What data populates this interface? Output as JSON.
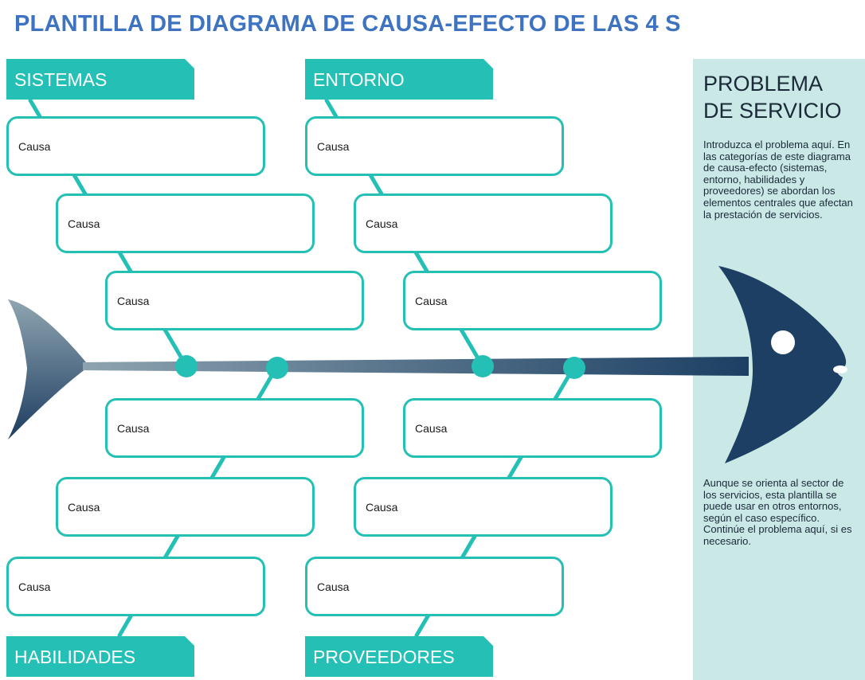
{
  "title": "PLANTILLA DE DIAGRAMA DE CAUSA-EFECTO DE LAS 4 S",
  "categories": {
    "sistemas": "SISTEMAS",
    "entorno": "ENTORNO",
    "habilidades": "HABILIDADES",
    "proveedores": "PROVEEDORES"
  },
  "causes": {
    "sistemas": [
      "Causa",
      "Causa",
      "Causa"
    ],
    "entorno": [
      "Causa",
      "Causa",
      "Causa"
    ],
    "habilidades": [
      "Causa",
      "Causa",
      "Causa"
    ],
    "proveedores": [
      "Causa",
      "Causa",
      "Causa"
    ]
  },
  "problem": {
    "title": "PROBLEMA DE SERVICIO",
    "intro": "Introduzca el problema aquí. En las categorías de este diagrama de causa-efecto (sistemas, entorno, habilidades y proveedores) se abordan los elementos centrales que afectan la prestación de servicios.",
    "continuation": "Aunque se orienta al sector de los servicios, esta plantilla se puede usar en otros entornos, según el caso específico. Continúe el problema aquí, si es necesario."
  },
  "colors": {
    "teal": "#24c0b5",
    "fish_navy": "#1c3f63",
    "panel": "#c9e8e6",
    "title_blue": "#3d73c0"
  }
}
